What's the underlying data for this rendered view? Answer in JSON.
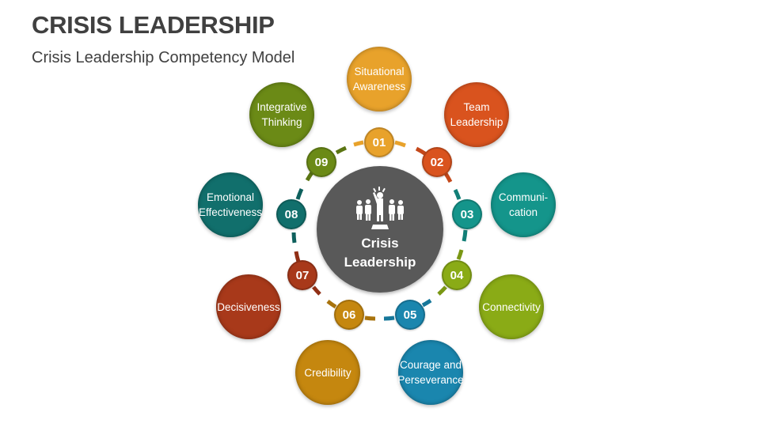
{
  "header": {
    "title": "CRISIS LEADERSHIP",
    "subtitle": "Crisis Leadership Competency Model"
  },
  "center": {
    "line1": "Crisis",
    "line2": "Leadership",
    "icon": "leader-with-team-icon",
    "color": "#595959"
  },
  "items": [
    {
      "number": "01",
      "line1": "Situational",
      "line2": "Awareness",
      "color": "#E8A22B"
    },
    {
      "number": "02",
      "line1": "Team",
      "line2": "Leadership",
      "color": "#D9531E"
    },
    {
      "number": "03",
      "line1": "Communi-",
      "line2": "cation",
      "color": "#14958B"
    },
    {
      "number": "04",
      "line1": "Connectivity",
      "line2": "",
      "color": "#8AAB16"
    },
    {
      "number": "05",
      "line1": "Courage and",
      "line2": "Perseverance",
      "color": "#1A86AE"
    },
    {
      "number": "06",
      "line1": "Credibility",
      "line2": "",
      "color": "#C5870F"
    },
    {
      "number": "07",
      "line1": "Decisiveness",
      "line2": "",
      "color": "#A8391A"
    },
    {
      "number": "08",
      "line1": "Emotional",
      "line2": "Effectiveness",
      "color": "#116F6C"
    },
    {
      "number": "09",
      "line1": "Integrative",
      "line2": "Thinking",
      "color": "#6B8A16"
    }
  ]
}
